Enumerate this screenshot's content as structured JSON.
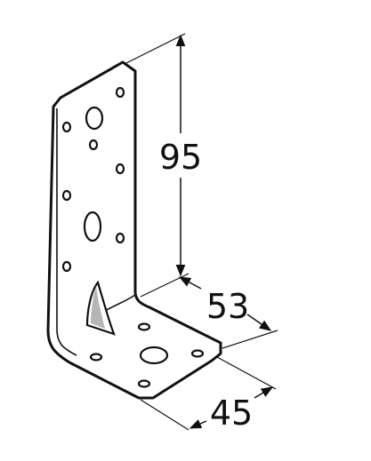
{
  "dimensions": {
    "height": "95",
    "depth": "53",
    "width": "45"
  },
  "colors": {
    "line": "#111111",
    "background": "#ffffff"
  }
}
